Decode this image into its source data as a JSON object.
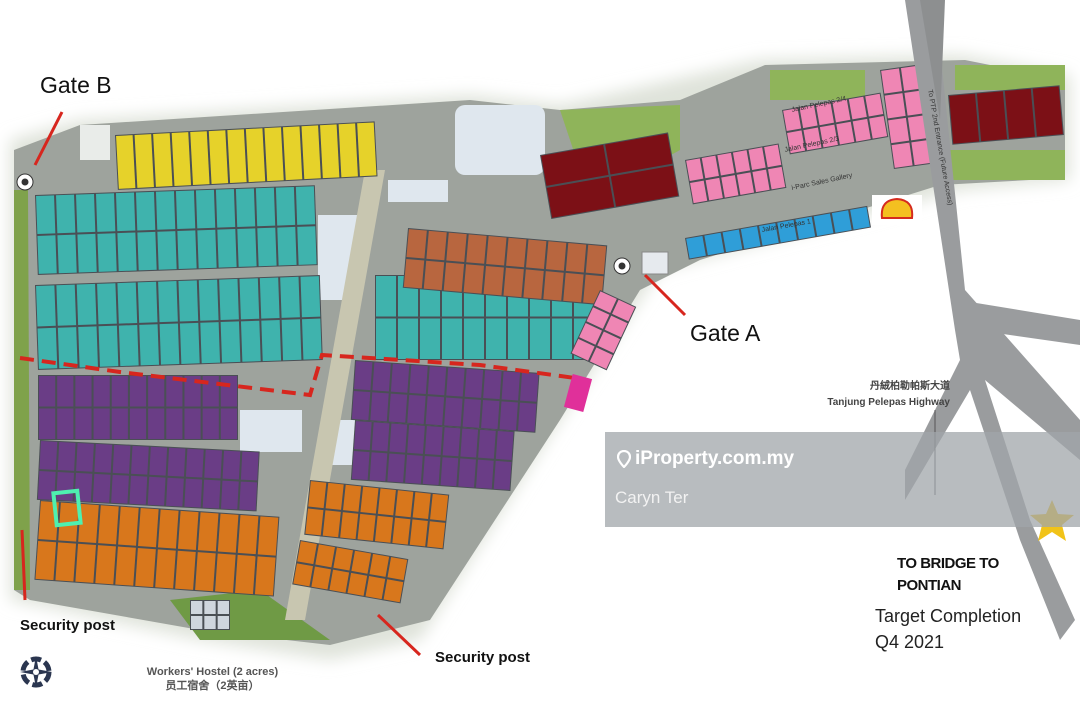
{
  "labels": {
    "gate_b": "Gate B",
    "gate_a": "Gate A",
    "security_post_left": "Security post",
    "security_post_bottom": "Security post",
    "workers_hostel_en": "Workers' Hostel (2 acres)",
    "workers_hostel_cn": "员工宿舍（2英亩）",
    "highway_cn": "丹絨柏勒帕斯大道",
    "highway_en": "Tanjung Pelepas Highway",
    "bridge": [
      "TO BRIDGE TO",
      "PONTIAN"
    ],
    "target": [
      "Target Completion",
      "Q4 2021"
    ]
  },
  "map_text": {
    "entrance_road": "To PTP 2nd Entrance (Future Access)",
    "sales_gallery": "i-Parc Sales Gallery",
    "jalan_pelepas_1": "Jalan Pelepas 1",
    "jalan_pelepas_2_3": "Jalan Pelepas 2/3",
    "jalan_pelepas_2_4": "Jalan Pelepas 2/4"
  },
  "watermark": {
    "brand": "iProperty.com.my",
    "agent": "Caryn Ter"
  },
  "colors": {
    "yellow": "#e6d22a",
    "teal": "#3fb3ad",
    "brown": "#b8663f",
    "purple": "#6a3d86",
    "orange": "#d8771c",
    "maroon": "#7c1016",
    "pink": "#ef86b4",
    "blue": "#2f9ed8",
    "magenta": "#e0309a",
    "road": "#a8aaa8",
    "green": "#8fb45a",
    "red_line": "#d7261e",
    "star": "#f1c319"
  }
}
